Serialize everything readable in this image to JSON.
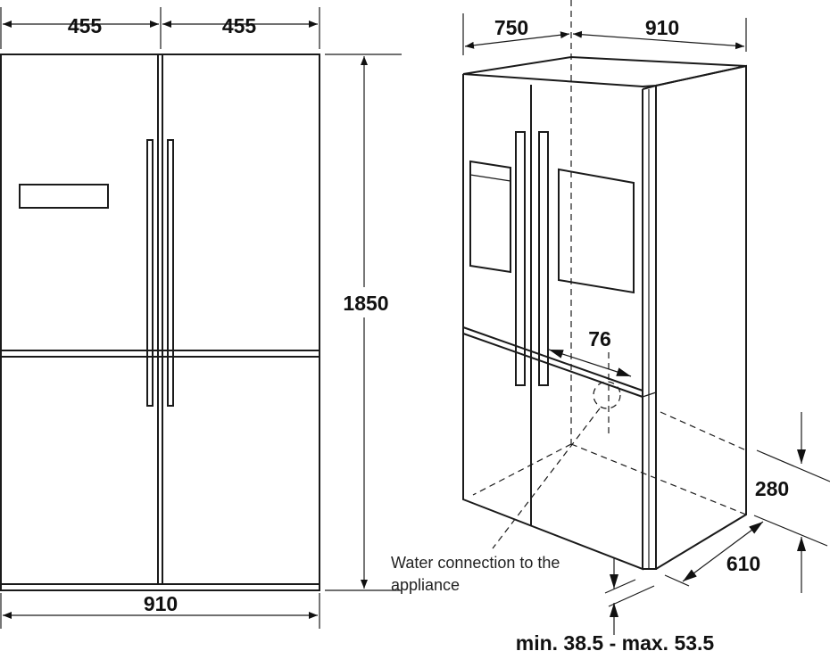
{
  "front_view": {
    "width_left": "455",
    "width_right": "455",
    "width_total": "910",
    "height": "1850"
  },
  "iso_view": {
    "depth": "750",
    "width": "910",
    "offset": "76",
    "connection_height": "280",
    "connection_depth": "610",
    "foot_adjust": "min. 38.5 - max. 53.5",
    "note_line1": "Water connection to the",
    "note_line2": "appliance"
  }
}
